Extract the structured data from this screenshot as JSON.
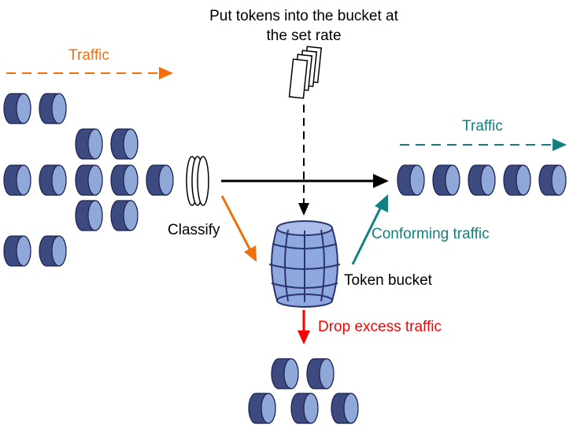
{
  "labels": {
    "traffic_in": "Traffic",
    "traffic_out": "Traffic",
    "token_note_line1": "Put tokens into the bucket at",
    "token_note_line2": "the set rate",
    "classify": "Classify",
    "conforming": "Conforming traffic",
    "token_bucket": "Token bucket",
    "drop": "Drop excess traffic"
  },
  "colors": {
    "orange": "#f07010",
    "teal": "#108080",
    "red": "#ff0000",
    "black": "#000000",
    "packet_dark": "#3d4a80",
    "packet_light": "#8fa8d8",
    "barrel": "#8fa8e0",
    "barrel_stroke": "#2a3570"
  },
  "icons": {
    "packet": "packet-cylinder-icon",
    "classifier": "classifier-rings-icon",
    "tokens": "token-cards-icon",
    "bucket": "barrel-icon"
  }
}
